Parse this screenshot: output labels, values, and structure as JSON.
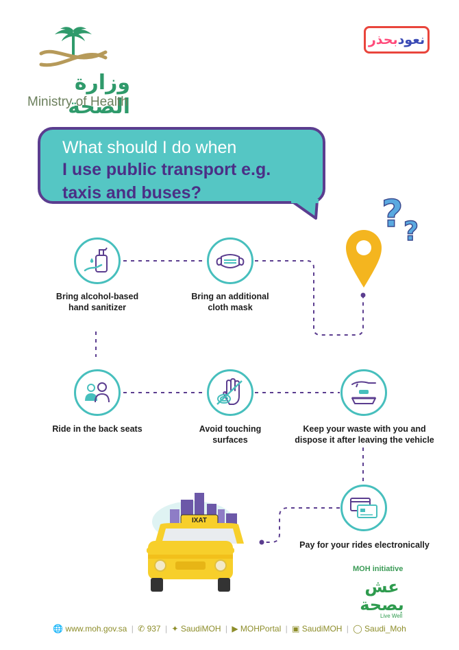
{
  "header": {
    "ministry_arabic": "وزارة الصحة",
    "ministry_english": "Ministry of Health",
    "campaign_badge": {
      "part1": "نعود",
      "part2": "بحذر"
    }
  },
  "question": {
    "line1": "What should I do when",
    "line2": "I use public transport e.g.",
    "line3": "taxis and buses?"
  },
  "steps": [
    {
      "label_line1": "Bring alcohol-based",
      "label_line2": "hand sanitizer",
      "icon": "hand-sanitizer-icon"
    },
    {
      "label_line1": "Bring an additional",
      "label_line2": "cloth mask",
      "icon": "face-mask-icon"
    },
    {
      "label_line1": "Ride in the back seats",
      "label_line2": "",
      "icon": "people-icon"
    },
    {
      "label_line1": "Avoid touching",
      "label_line2": "surfaces",
      "icon": "hand-touch-icon"
    },
    {
      "label_line1": "Keep your waste with you and",
      "label_line2": "dispose it after leaving the vehicle",
      "icon": "trash-hand-icon"
    },
    {
      "label_line1": "Pay for your rides electronically",
      "label_line2": "",
      "icon": "credit-card-icon"
    }
  ],
  "taxi_sign": "IXAT",
  "initiative": {
    "label": "MOH initiative",
    "logo_line1": "عش",
    "logo_line2": "بصحة",
    "logo_sub": "Live Well"
  },
  "footer": {
    "website": "www.moh.gov.sa",
    "phone": "937",
    "twitter": "SaudiMOH",
    "youtube": "MOHPortal",
    "instagram": "SaudiMOH",
    "snapchat": "Saudi_Moh"
  },
  "colors": {
    "teal": "#55c6c4",
    "purple": "#5b3d8f",
    "pin_yellow": "#f4b51f",
    "question_mark_blue": "#5aa9e0",
    "taxi_yellow": "#f7cf2b"
  }
}
